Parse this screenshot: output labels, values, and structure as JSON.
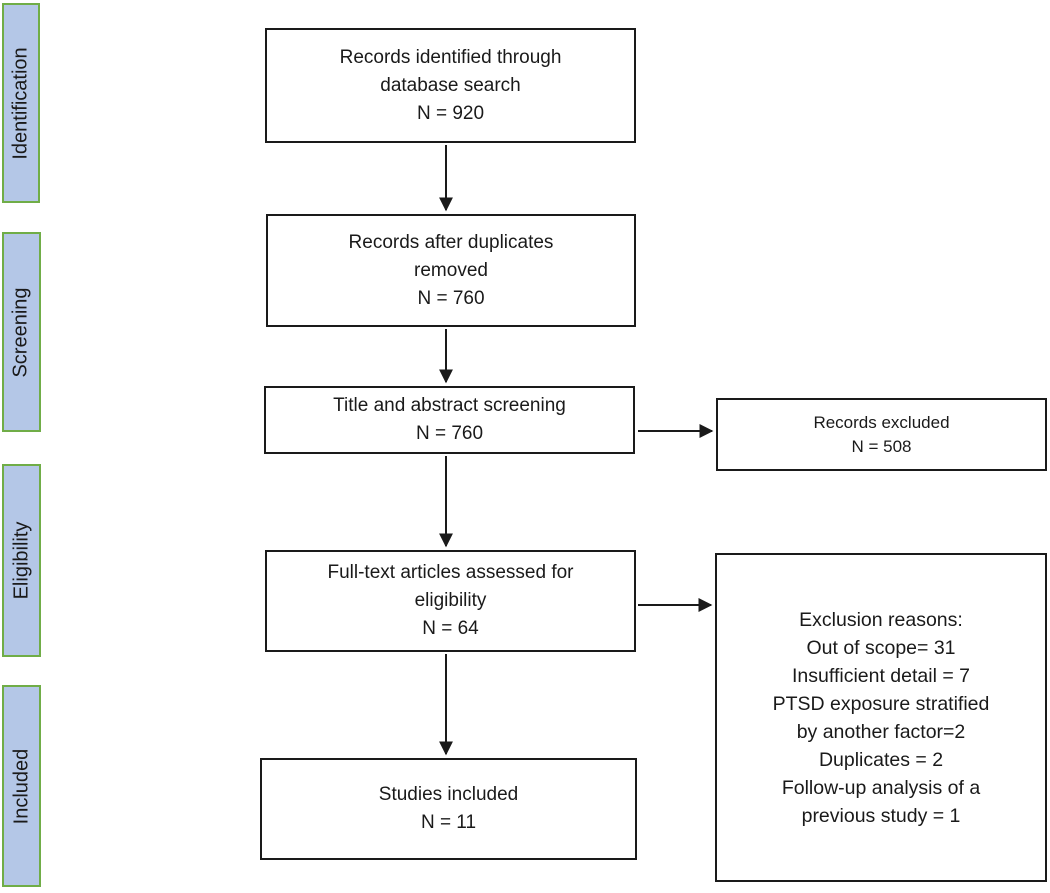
{
  "colors": {
    "stage_fill": "#b4c7e7",
    "stage_border": "#70ad47",
    "node_border": "#1a1a1a",
    "arrow": "#1a1a1a",
    "background": "#ffffff"
  },
  "stages": [
    {
      "label": "Identification"
    },
    {
      "label": "Screening"
    },
    {
      "label": "Eligibility"
    },
    {
      "label": "Included"
    }
  ],
  "nodes": {
    "identified": {
      "lines": [
        "Records identified through",
        "database search",
        "N = 920"
      ]
    },
    "deduplicated": {
      "lines": [
        "Records after duplicates",
        "removed",
        "N = 760"
      ]
    },
    "screening": {
      "lines": [
        "Title and abstract screening",
        "N = 760"
      ]
    },
    "fulltext": {
      "lines": [
        "Full-text articles assessed for",
        "eligibility",
        "N = 64"
      ]
    },
    "included": {
      "lines": [
        "Studies included",
        "N = 11"
      ]
    },
    "excluded": {
      "lines": [
        "Records excluded",
        "N = 508"
      ]
    },
    "exclusion_reasons": {
      "lines": [
        "Exclusion reasons:",
        "Out of scope= 31",
        "Insufficient detail = 7",
        "PTSD exposure stratified",
        "by another factor=2",
        "Duplicates = 2",
        "Follow-up analysis of a",
        "previous study = 1"
      ]
    }
  }
}
